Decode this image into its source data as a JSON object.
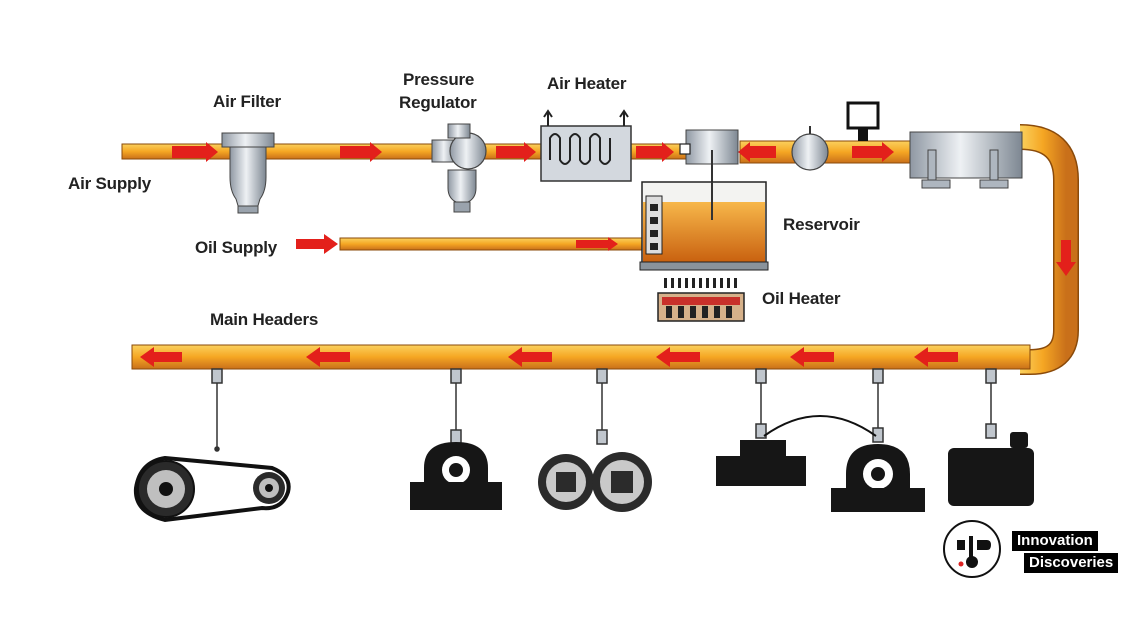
{
  "labels": {
    "air_supply": "Air Supply",
    "air_filter": "Air Filter",
    "pressure_regulator_line1": "Pressure",
    "pressure_regulator_line2": "Regulator",
    "air_heater": "Air Heater",
    "reservoir": "Reservoir",
    "oil_supply": "Oil Supply",
    "oil_heater": "Oil Heater",
    "main_headers": "Main Headers"
  },
  "brand": {
    "line1": "Innovation",
    "line2": "Discoveries"
  },
  "colors": {
    "pipe": "#f5a623",
    "pipe_dark": "#c96d12",
    "flow_arrow": "#e3201b",
    "component_gray": "#c9cfd6",
    "machinery": "#151515",
    "oil": "#e58a1c"
  }
}
